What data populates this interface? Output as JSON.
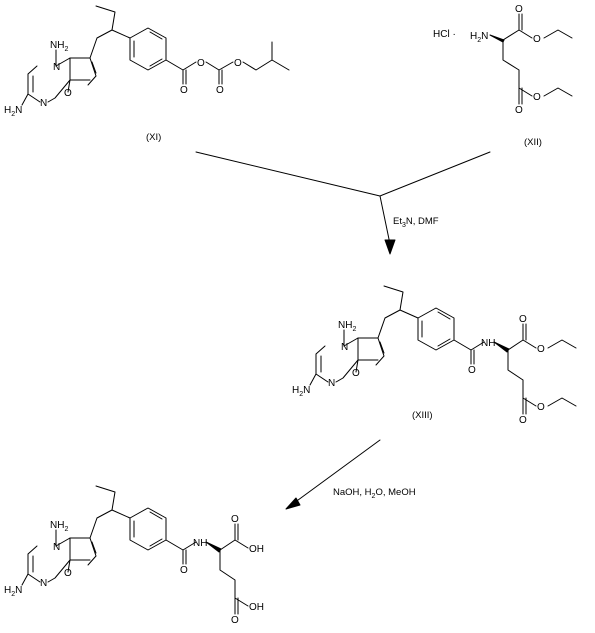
{
  "compounds": {
    "xi": {
      "label": "(XI)",
      "atoms": {
        "nh2_top": "NH2",
        "n_ring_a": "N",
        "n_ring_b": "N",
        "h2n": "H2N",
        "o_furan": "O",
        "o_carbonyl": "O",
        "o_anhydride": "O",
        "o_carbonyl2": "O",
        "o_ether": "O"
      }
    },
    "xii": {
      "label": "(XII)",
      "salt": "HCl ·",
      "atoms": {
        "h2n": "H2N",
        "o_ester1_dbl": "O",
        "o_ester1": "O",
        "o_ester2_dbl": "O",
        "o_ester2": "O"
      }
    },
    "xiii": {
      "label": "(XIII)",
      "atoms": {
        "nh2_top": "NH2",
        "n_ring_a": "N",
        "n_ring_b": "N",
        "h2n": "H2N",
        "o_furan": "O",
        "o_amide": "O",
        "nh": "NH",
        "o_ester1_dbl": "O",
        "o_ester1": "O",
        "o_ester2_dbl": "O",
        "o_ester2": "O"
      }
    },
    "product": {
      "atoms": {
        "nh2_top": "NH2",
        "n_ring_a": "N",
        "n_ring_b": "N",
        "h2n": "H2N",
        "o_furan": "O",
        "o_amide": "O",
        "nh": "NH",
        "o_acid1_dbl": "O",
        "oh_acid1": "OH",
        "o_acid2_dbl": "O",
        "oh_acid2": "OH"
      }
    }
  },
  "reactions": {
    "step1": {
      "conditions": "Et3N, DMF"
    },
    "step2": {
      "conditions": "NaOH, H2O, MeOH"
    }
  }
}
